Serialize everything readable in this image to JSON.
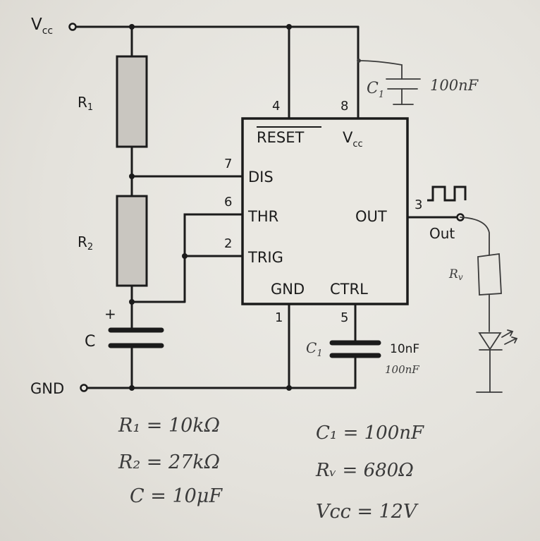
{
  "terminals": {
    "vcc": {
      "main": "V",
      "sub": "cc"
    },
    "gnd": "GND"
  },
  "ic": {
    "pins": {
      "p4": "4",
      "p8": "8",
      "p7": "7",
      "p6": "6",
      "p2": "2",
      "p3": "3",
      "p1": "1",
      "p5": "5"
    },
    "labels": {
      "reset": "RESET",
      "vcc_main": "V",
      "vcc_sub": "cc",
      "dis": "DIS",
      "thr": "THR",
      "trig": "TRIG",
      "out": "OUT",
      "gnd": "GND",
      "ctrl": "CTRL"
    }
  },
  "components": {
    "r1": {
      "main": "R",
      "sub": "1"
    },
    "r2": {
      "main": "R",
      "sub": "2"
    },
    "c": {
      "label": "C",
      "polarity": "+"
    },
    "c1_ctrl": {
      "main": "C",
      "sub": "1",
      "value_printed": "10nF",
      "value_handwritten": "100nF"
    },
    "c1_supply": {
      "main": "C",
      "sub": "1",
      "value": "100nF"
    },
    "rv": {
      "main": "R",
      "sub": "v"
    },
    "out_label": "Out"
  },
  "notes_left": {
    "r1": "R₁ = 10kΩ",
    "r2": "R₂ = 27kΩ",
    "c": "C = 10μF"
  },
  "notes_right": {
    "c1": "C₁ = 100nF",
    "rv": "Rᵥ = 680Ω",
    "vcc": "Vᴄᴄ = 12V"
  },
  "colors": {
    "ink": "#1b1b1b",
    "pencil": "#3a3a3a",
    "resistor_fill": "#c9c6c0"
  }
}
